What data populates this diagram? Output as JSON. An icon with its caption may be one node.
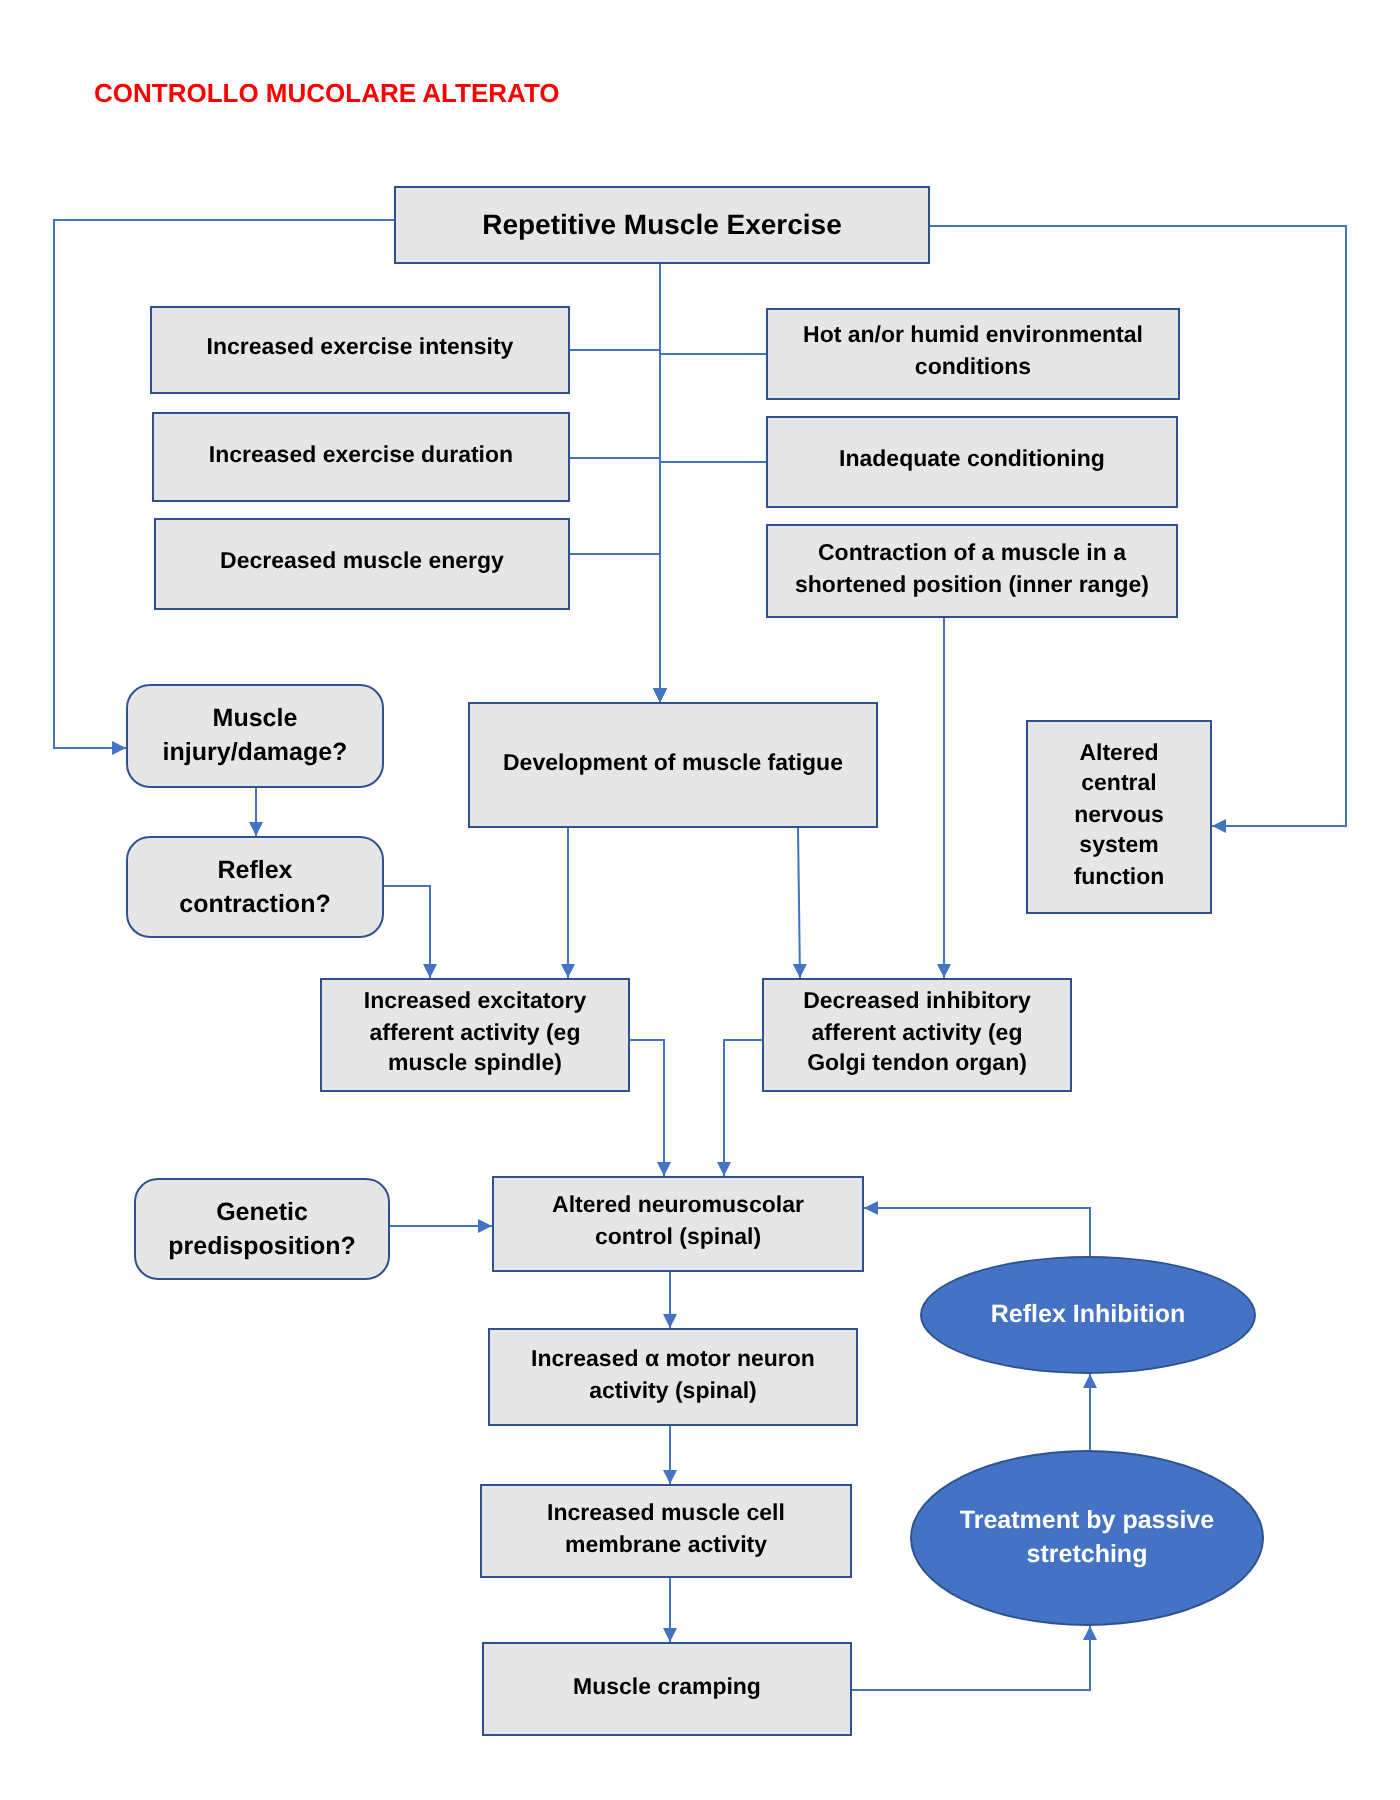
{
  "diagram": {
    "title": "CONTROLLO MUCOLARE ALTERATO",
    "nodes": [
      {
        "text": [
          "Repetitive Muscle Exercise"
        ]
      },
      {
        "text": [
          "Increased exercise intensity"
        ]
      },
      {
        "text": [
          "Hot an/or humid environmental conditions"
        ]
      },
      {
        "text": [
          "Increased exercise duration"
        ]
      },
      {
        "text": [
          "Inadequate conditioning"
        ]
      },
      {
        "text": [
          "Decreased muscle energy"
        ]
      },
      {
        "text": [
          "Contraction of a muscle in a shortened position (inner range)"
        ]
      },
      {
        "text": [
          "Muscle injury/damage?"
        ]
      },
      {
        "text": [
          "Development of muscle fatigue"
        ]
      },
      {
        "text": [
          "Altered central nervous system function"
        ]
      },
      {
        "text": [
          "Reflex contraction?"
        ]
      },
      {
        "text": [
          "Increased excitatory afferent activity (eg muscle spindle)"
        ]
      },
      {
        "text": [
          "Decreased inhibitory afferent activity (eg Golgi tendon organ)"
        ]
      },
      {
        "text": [
          "Genetic predisposition?"
        ]
      },
      {
        "text": [
          "Altered neuromuscolar control (spinal)"
        ]
      },
      {
        "text": [
          "Increased α motor neuron activity (spinal)"
        ]
      },
      {
        "text": [
          "Increased muscle cell membrane activity"
        ]
      },
      {
        "text": [
          "Muscle cramping"
        ]
      },
      {
        "text": [
          "Treatment by passive stretching"
        ]
      },
      {
        "text": [
          "Reflex Inhibition"
        ]
      }
    ],
    "edges": [
      {
        "from": 0,
        "to": 8,
        "arrow": "to"
      },
      {
        "from": 1,
        "to": 8,
        "arrow": "to"
      },
      {
        "from": 2,
        "to": 8,
        "arrow": "to"
      },
      {
        "from": 3,
        "to": 8,
        "arrow": "to"
      },
      {
        "from": 4,
        "to": 8,
        "arrow": "to"
      },
      {
        "from": 5,
        "to": 8,
        "arrow": "to"
      },
      {
        "from": 0,
        "to": 7,
        "arrow": "to"
      },
      {
        "from": 0,
        "to": 9,
        "arrow": "to"
      },
      {
        "from": 6,
        "to": 12,
        "arrow": "to"
      },
      {
        "from": 7,
        "to": 10,
        "arrow": "to"
      },
      {
        "from": 10,
        "to": 11,
        "arrow": "to"
      },
      {
        "from": 8,
        "to": 11,
        "arrow": "to"
      },
      {
        "from": 8,
        "to": 12,
        "arrow": "to"
      },
      {
        "from": 11,
        "to": 14,
        "arrow": "to"
      },
      {
        "from": 12,
        "to": 14,
        "arrow": "to"
      },
      {
        "from": 13,
        "to": 14,
        "arrow": "to"
      },
      {
        "from": 14,
        "to": 15,
        "arrow": "to"
      },
      {
        "from": 15,
        "to": 16,
        "arrow": "to"
      },
      {
        "from": 16,
        "to": 17,
        "arrow": "to"
      },
      {
        "from": 17,
        "to": 18,
        "arrow": "to"
      },
      {
        "from": 18,
        "to": 19,
        "arrow": "to"
      },
      {
        "from": 19,
        "to": 14,
        "arrow": "to"
      }
    ]
  }
}
